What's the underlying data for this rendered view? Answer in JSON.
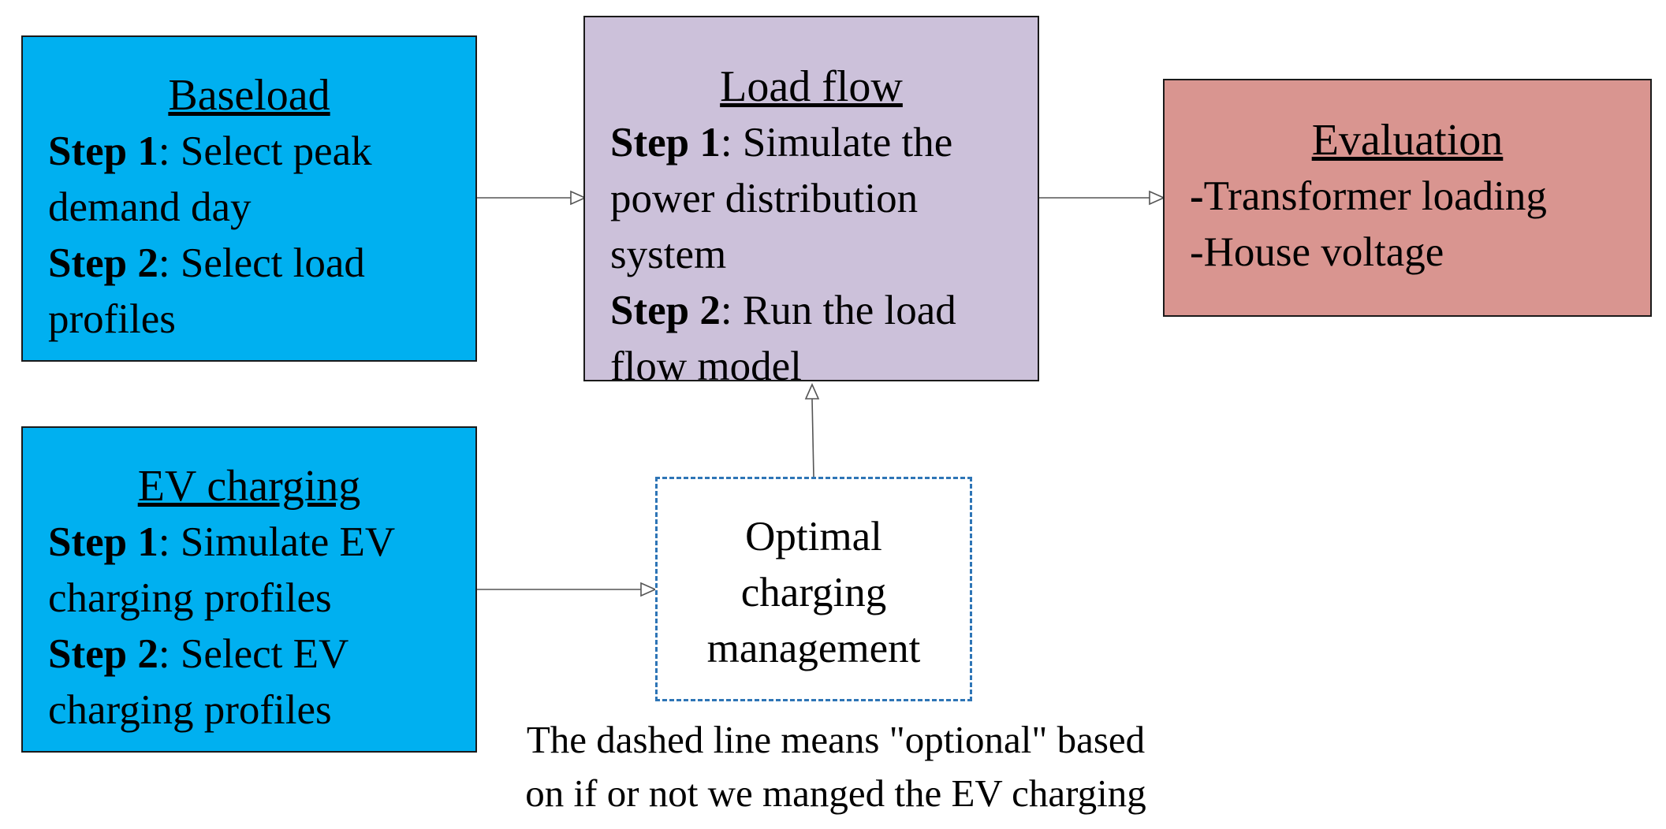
{
  "baseload": {
    "title": "Baseload",
    "step1_label": "Step 1",
    "step1_text_a": ": Select peak",
    "step1_text_b": "demand day",
    "step2_label": "Step 2",
    "step2_text_a": ": Select  load",
    "step2_text_b": "profiles"
  },
  "ev_charging": {
    "title": "EV charging",
    "step1_label": "Step 1",
    "step1_text_a": ": Simulate EV",
    "step1_text_b": "charging profiles",
    "step2_label": "Step 2",
    "step2_text_a": ": Select EV",
    "step2_text_b": "charging profiles"
  },
  "load_flow": {
    "title": "Load flow",
    "step1_label": "Step 1",
    "step1_text_a": ": Simulate the",
    "step1_text_b": "power distribution",
    "step1_text_c": "system",
    "step2_label": "Step 2",
    "step2_text_a": ": Run the load",
    "step2_text_b": "flow model"
  },
  "evaluation": {
    "title": "Evaluation",
    "item1_dash": "-",
    "item1_text": "Transformer loading",
    "item2_text": "-House voltage"
  },
  "optimal": {
    "line1": "Optimal",
    "line2": "charging",
    "line3": "management"
  },
  "note": "The dashed line means \"optional\" based on if or not we manged the EV charging",
  "colors": {
    "input_box": "#00b0f0",
    "load_flow_box": "#ccc1da",
    "evaluation_box": "#d99590",
    "dashed_border": "#2e75b6"
  }
}
